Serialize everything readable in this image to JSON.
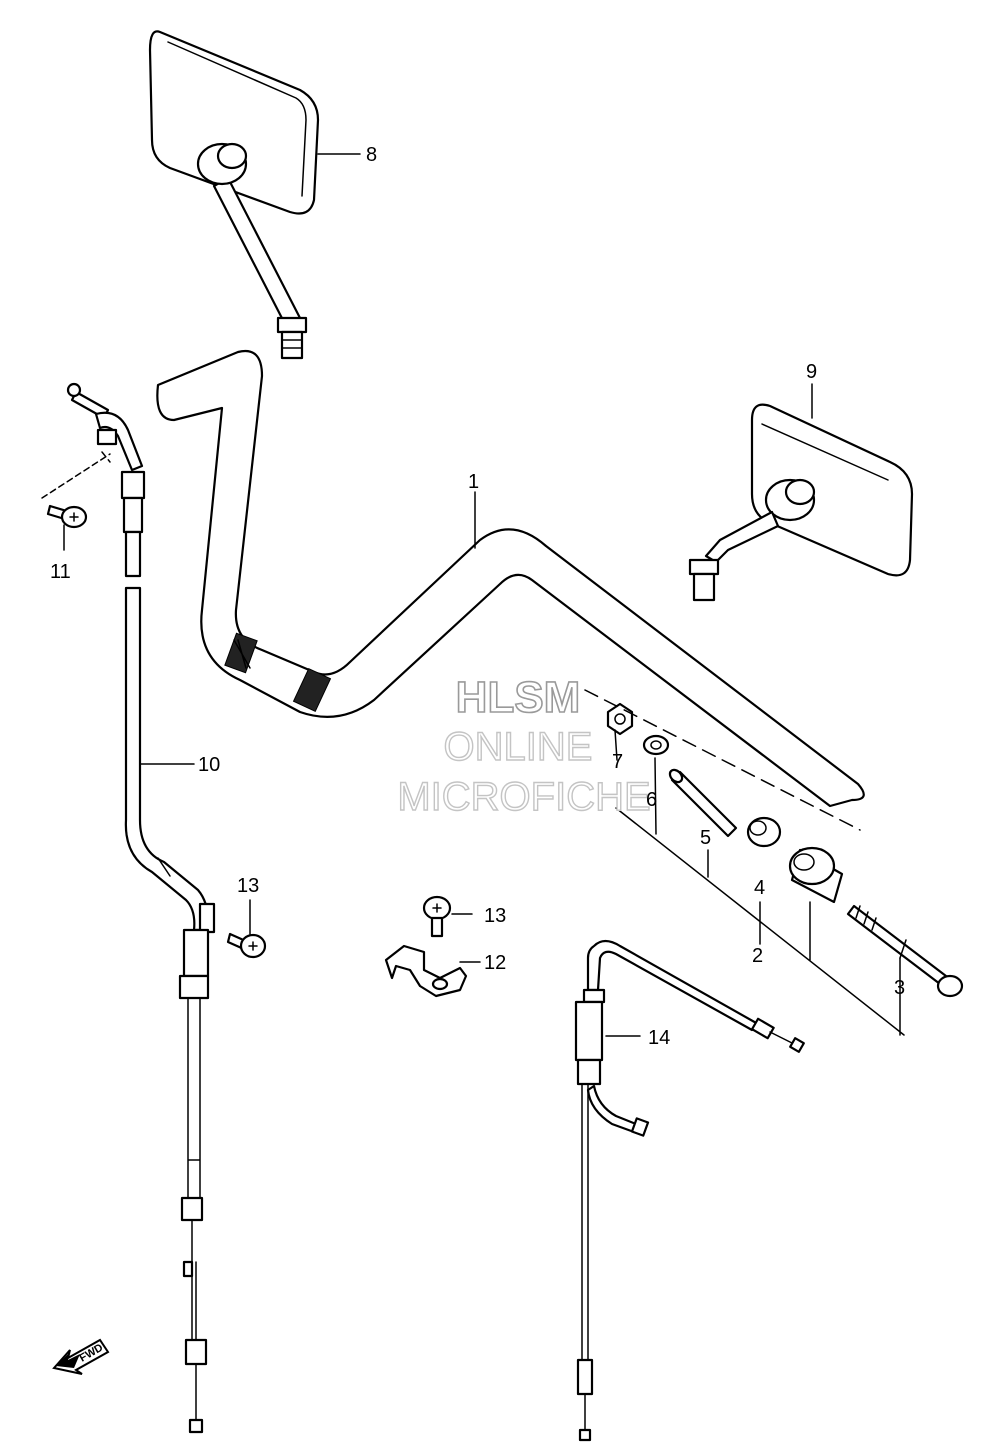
{
  "watermark": {
    "line1": "HLSM",
    "line2": "ONLINE",
    "line3": "MICROFICHE"
  },
  "fwd_label": "FWD",
  "callouts": [
    {
      "id": "1",
      "text": "1"
    },
    {
      "id": "2",
      "text": "2"
    },
    {
      "id": "3",
      "text": "3"
    },
    {
      "id": "4",
      "text": "4"
    },
    {
      "id": "5",
      "text": "5"
    },
    {
      "id": "6",
      "text": "6"
    },
    {
      "id": "7",
      "text": "7"
    },
    {
      "id": "8",
      "text": "8"
    },
    {
      "id": "9",
      "text": "9"
    },
    {
      "id": "10",
      "text": "10"
    },
    {
      "id": "11",
      "text": "11"
    },
    {
      "id": "12",
      "text": "12"
    },
    {
      "id": "13a",
      "text": "13"
    },
    {
      "id": "13b",
      "text": "13"
    },
    {
      "id": "14",
      "text": "14"
    }
  ]
}
